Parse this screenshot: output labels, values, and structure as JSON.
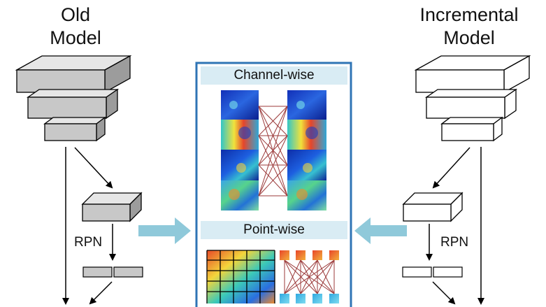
{
  "left": {
    "title_line1": "Old",
    "title_line2": "Model",
    "rpn_label": "RPN",
    "fill": "#c8c8c8"
  },
  "right": {
    "title_line1": "Incremental",
    "title_line2": "Model",
    "rpn_label": "RPN",
    "fill": "#ffffff"
  },
  "center": {
    "channel_header": "Channel-wise",
    "point_header": "Point-wise",
    "border_color": "#2f74b5",
    "header_bg": "#d9ecf4",
    "arrow_color": "#8fc9da",
    "link_color": "#9b3a3a"
  }
}
